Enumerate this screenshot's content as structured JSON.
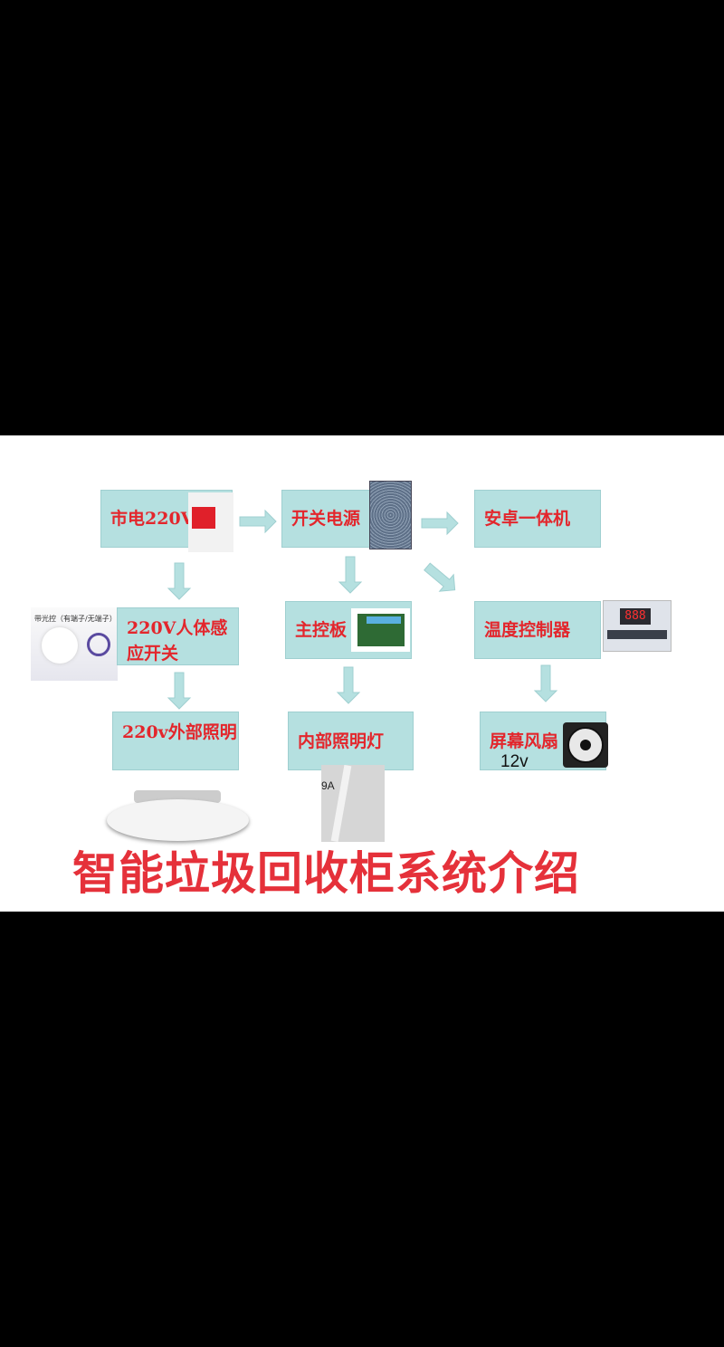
{
  "title": "智能垃圾回收柜系统介绍",
  "nodes": {
    "mains": "市电220V",
    "psu": "开关电源",
    "android": "安卓一体机",
    "pir_switch": "220V人体感应开关",
    "main_board": "主控板",
    "temp_controller": "温度控制器",
    "external_light": "220v外部照明",
    "internal_light": "内部照明灯",
    "screen_fan": "屏幕风扇"
  },
  "fan_voltage": "12v",
  "pir_photo_caption": "带光控（有端子/无端子）",
  "tube_label": "9A",
  "temp_display": "888",
  "colors": {
    "box_fill": "#b5e0e0",
    "text_red": "#e3262c",
    "arrow": "#b5e0e0"
  }
}
